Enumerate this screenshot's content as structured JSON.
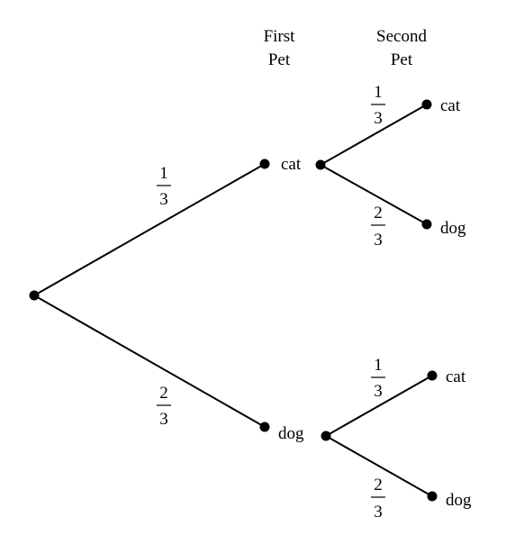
{
  "headers": {
    "first": [
      "First",
      "Pet"
    ],
    "second": [
      "Second",
      "Pet"
    ]
  },
  "first_level": [
    {
      "label": "cat",
      "probability": {
        "num": "1",
        "den": "3"
      },
      "children": [
        {
          "label": "cat",
          "probability": {
            "num": "1",
            "den": "3"
          }
        },
        {
          "label": "dog",
          "probability": {
            "num": "2",
            "den": "3"
          }
        }
      ]
    },
    {
      "label": "dog",
      "probability": {
        "num": "2",
        "den": "3"
      },
      "children": [
        {
          "label": "cat",
          "probability": {
            "num": "1",
            "den": "3"
          }
        },
        {
          "label": "dog",
          "probability": {
            "num": "2",
            "den": "3"
          }
        }
      ]
    }
  ]
}
